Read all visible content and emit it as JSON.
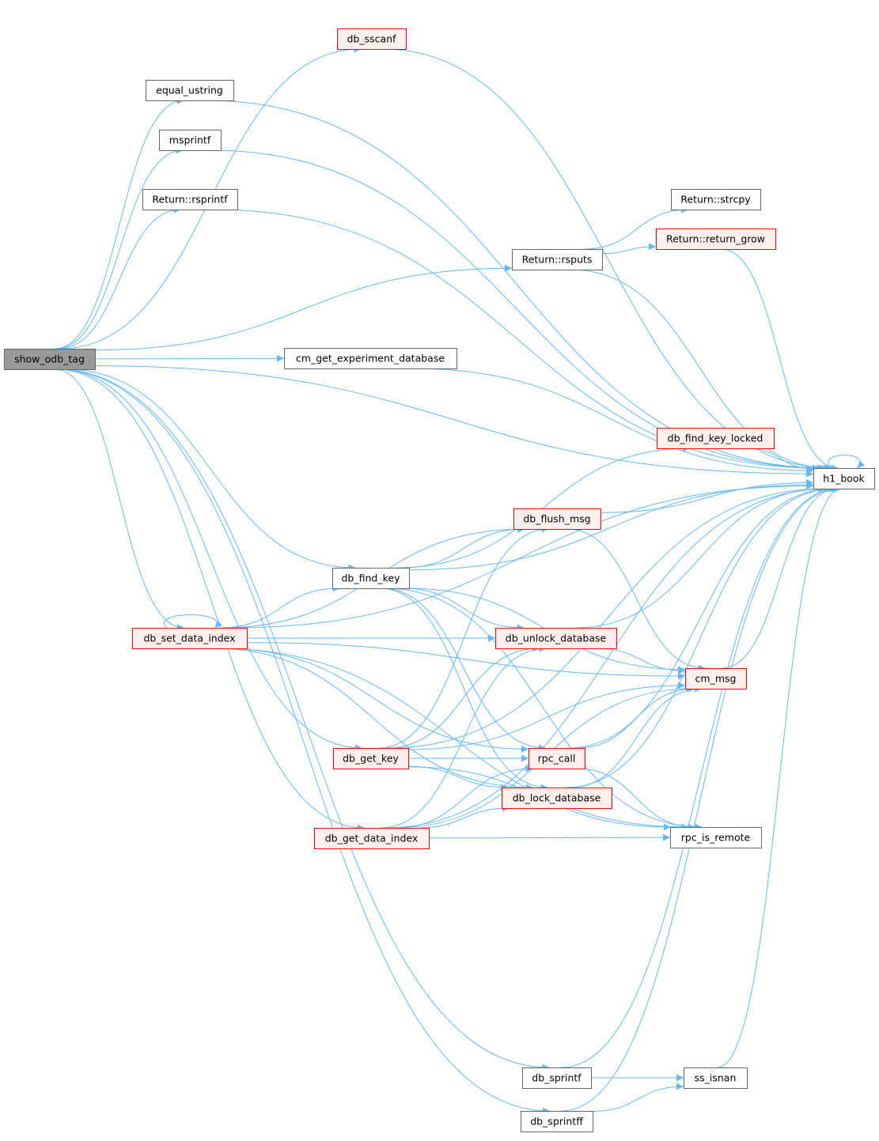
{
  "colors": {
    "edge": "#63b8ff",
    "border_normal": "#666666",
    "border_truncated": "#ff0000",
    "fill_normal": "#ffffff",
    "fill_truncated": "#fff0f0",
    "fill_root": "#999999",
    "text": "#000000"
  },
  "nodes": [
    {
      "id": "show_odb_tag",
      "label": "show_odb_tag",
      "kind": "root"
    },
    {
      "id": "db_sscanf",
      "label": "db_sscanf",
      "kind": "truncated"
    },
    {
      "id": "equal_ustring",
      "label": "equal_ustring",
      "kind": "normal"
    },
    {
      "id": "msprintf",
      "label": "msprintf",
      "kind": "normal"
    },
    {
      "id": "rsprintf",
      "label": "Return::rsprintf",
      "kind": "normal"
    },
    {
      "id": "strcpy",
      "label": "Return::strcpy",
      "kind": "normal"
    },
    {
      "id": "return_grow",
      "label": "Return::return_grow",
      "kind": "truncated"
    },
    {
      "id": "rsputs",
      "label": "Return::rsputs",
      "kind": "normal"
    },
    {
      "id": "cm_get_experiment_database",
      "label": "cm_get_experiment_database",
      "kind": "normal"
    },
    {
      "id": "db_find_key_locked",
      "label": "db_find_key_locked",
      "kind": "truncated"
    },
    {
      "id": "h1_book",
      "label": "h1_book",
      "kind": "normal"
    },
    {
      "id": "db_flush_msg",
      "label": "db_flush_msg",
      "kind": "truncated"
    },
    {
      "id": "db_find_key",
      "label": "db_find_key",
      "kind": "normal"
    },
    {
      "id": "db_set_data_index",
      "label": "db_set_data_index",
      "kind": "truncated"
    },
    {
      "id": "db_unlock_database",
      "label": "db_unlock_database",
      "kind": "truncated"
    },
    {
      "id": "cm_msg",
      "label": "cm_msg",
      "kind": "truncated"
    },
    {
      "id": "db_get_key",
      "label": "db_get_key",
      "kind": "truncated"
    },
    {
      "id": "rpc_call",
      "label": "rpc_call",
      "kind": "truncated"
    },
    {
      "id": "db_lock_database",
      "label": "db_lock_database",
      "kind": "truncated"
    },
    {
      "id": "db_get_data_index",
      "label": "db_get_data_index",
      "kind": "truncated"
    },
    {
      "id": "rpc_is_remote",
      "label": "rpc_is_remote",
      "kind": "normal"
    },
    {
      "id": "db_sprintf",
      "label": "db_sprintf",
      "kind": "normal"
    },
    {
      "id": "ss_isnan",
      "label": "ss_isnan",
      "kind": "normal"
    },
    {
      "id": "db_sprintff",
      "label": "db_sprintff",
      "kind": "normal"
    }
  ],
  "edges": [
    [
      "show_odb_tag",
      "db_sscanf"
    ],
    [
      "show_odb_tag",
      "equal_ustring"
    ],
    [
      "show_odb_tag",
      "msprintf"
    ],
    [
      "show_odb_tag",
      "rsprintf"
    ],
    [
      "show_odb_tag",
      "rsputs"
    ],
    [
      "show_odb_tag",
      "h1_book"
    ],
    [
      "show_odb_tag",
      "cm_get_experiment_database"
    ],
    [
      "show_odb_tag",
      "db_find_key"
    ],
    [
      "show_odb_tag",
      "db_set_data_index"
    ],
    [
      "show_odb_tag",
      "db_get_key"
    ],
    [
      "show_odb_tag",
      "db_get_data_index"
    ],
    [
      "show_odb_tag",
      "db_sprintf"
    ],
    [
      "show_odb_tag",
      "db_sprintff"
    ],
    [
      "db_sscanf",
      "h1_book"
    ],
    [
      "equal_ustring",
      "h1_book"
    ],
    [
      "msprintf",
      "h1_book"
    ],
    [
      "rsprintf",
      "h1_book"
    ],
    [
      "rsputs",
      "strcpy"
    ],
    [
      "rsputs",
      "return_grow"
    ],
    [
      "rsputs",
      "h1_book"
    ],
    [
      "return_grow",
      "h1_book"
    ],
    [
      "cm_get_experiment_database",
      "h1_book"
    ],
    [
      "db_find_key_locked",
      "h1_book"
    ],
    [
      "h1_book",
      "h1_book"
    ],
    [
      "db_flush_msg",
      "h1_book"
    ],
    [
      "db_flush_msg",
      "cm_msg"
    ],
    [
      "db_find_key",
      "db_find_key_locked"
    ],
    [
      "db_find_key",
      "h1_book"
    ],
    [
      "db_find_key",
      "db_flush_msg"
    ],
    [
      "db_find_key",
      "db_unlock_database"
    ],
    [
      "db_find_key",
      "cm_msg"
    ],
    [
      "db_find_key",
      "rpc_call"
    ],
    [
      "db_find_key",
      "db_lock_database"
    ],
    [
      "db_find_key",
      "rpc_is_remote"
    ],
    [
      "db_set_data_index",
      "db_set_data_index"
    ],
    [
      "db_set_data_index",
      "h1_book"
    ],
    [
      "db_set_data_index",
      "db_flush_msg"
    ],
    [
      "db_set_data_index",
      "db_find_key"
    ],
    [
      "db_set_data_index",
      "db_unlock_database"
    ],
    [
      "db_set_data_index",
      "cm_msg"
    ],
    [
      "db_set_data_index",
      "rpc_call"
    ],
    [
      "db_set_data_index",
      "db_lock_database"
    ],
    [
      "db_set_data_index",
      "rpc_is_remote"
    ],
    [
      "db_unlock_database",
      "h1_book"
    ],
    [
      "db_unlock_database",
      "cm_msg"
    ],
    [
      "cm_msg",
      "h1_book"
    ],
    [
      "db_get_key",
      "db_flush_msg"
    ],
    [
      "db_get_key",
      "db_unlock_database"
    ],
    [
      "db_get_key",
      "cm_msg"
    ],
    [
      "db_get_key",
      "rpc_call"
    ],
    [
      "db_get_key",
      "db_lock_database"
    ],
    [
      "db_get_key",
      "rpc_is_remote"
    ],
    [
      "db_get_key",
      "h1_book"
    ],
    [
      "rpc_call",
      "cm_msg"
    ],
    [
      "rpc_call",
      "h1_book"
    ],
    [
      "rpc_call",
      "rpc_is_remote"
    ],
    [
      "db_lock_database",
      "cm_msg"
    ],
    [
      "db_lock_database",
      "h1_book"
    ],
    [
      "db_get_data_index",
      "db_unlock_database"
    ],
    [
      "db_get_data_index",
      "rpc_call"
    ],
    [
      "db_get_data_index",
      "db_lock_database"
    ],
    [
      "db_get_data_index",
      "rpc_is_remote"
    ],
    [
      "db_get_data_index",
      "cm_msg"
    ],
    [
      "db_get_data_index",
      "h1_book"
    ],
    [
      "db_sprintf",
      "h1_book"
    ],
    [
      "db_sprintf",
      "ss_isnan"
    ],
    [
      "ss_isnan",
      "h1_book"
    ],
    [
      "db_sprintff",
      "ss_isnan"
    ],
    [
      "db_sprintff",
      "h1_book"
    ]
  ]
}
